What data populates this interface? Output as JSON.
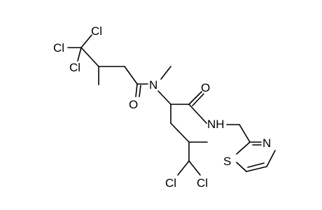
{
  "molecule": {
    "atom_labels": {
      "cl1": "Cl",
      "cl2": "Cl",
      "cl3": "Cl",
      "n_amide": "N",
      "o_left": "O",
      "o_right": "O",
      "nh": "NH",
      "n_ring": "N",
      "s_ring": "S",
      "cl4": "Cl",
      "cl5": "Cl"
    }
  }
}
